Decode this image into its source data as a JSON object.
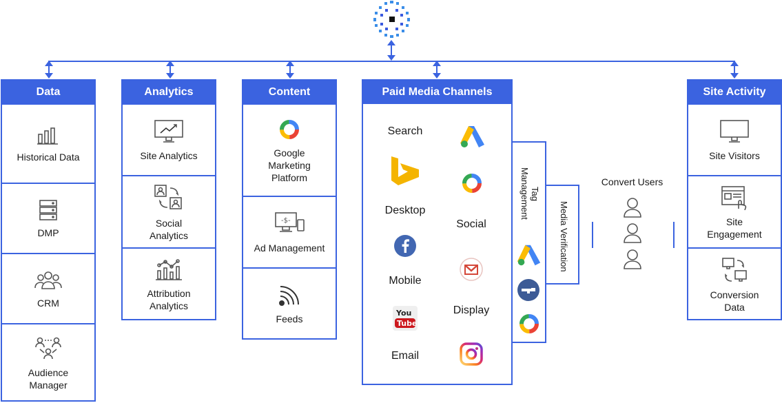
{
  "columns": {
    "data": {
      "title": "Data",
      "items": [
        "Historical Data",
        "DMP",
        "CRM",
        "Audience Manager"
      ]
    },
    "analytics": {
      "title": "Analytics",
      "items": [
        "Site Analytics",
        "Social Analytics",
        "Attribution Analytics"
      ]
    },
    "content": {
      "title": "Content",
      "items": [
        "Google Marketing Platform",
        "Ad Management",
        "Feeds"
      ]
    },
    "paid_media": {
      "title": "Paid Media Channels",
      "labels": {
        "search": "Search",
        "desktop": "Desktop",
        "mobile": "Mobile",
        "email": "Email",
        "social": "Social",
        "display": "Display"
      }
    },
    "site_activity": {
      "title": "Site Activity",
      "items": [
        "Site Visitors",
        "Site Engagement",
        "Conversion Data"
      ]
    }
  },
  "side_panels": {
    "tag_management": "Tag Management",
    "media_verification": "Media Verification"
  },
  "convert_users": "Convert Users",
  "colors": {
    "accent": "#3b63e0",
    "logo_blue": "#3b8ee8"
  },
  "icons": [
    "logo-icon",
    "bar-chart-icon",
    "server-icon",
    "people-icon",
    "audience-icon",
    "monitor-chart-icon",
    "social-analytics-icon",
    "attribution-chart-icon",
    "google-marketing-icon",
    "ad-management-icon",
    "feeds-icon",
    "bing-icon",
    "google-ads-icon",
    "facebook-icon",
    "youtube-icon",
    "gmail-icon",
    "instagram-icon",
    "user-icon",
    "monitor-icon",
    "engagement-icon",
    "conversion-icon"
  ]
}
